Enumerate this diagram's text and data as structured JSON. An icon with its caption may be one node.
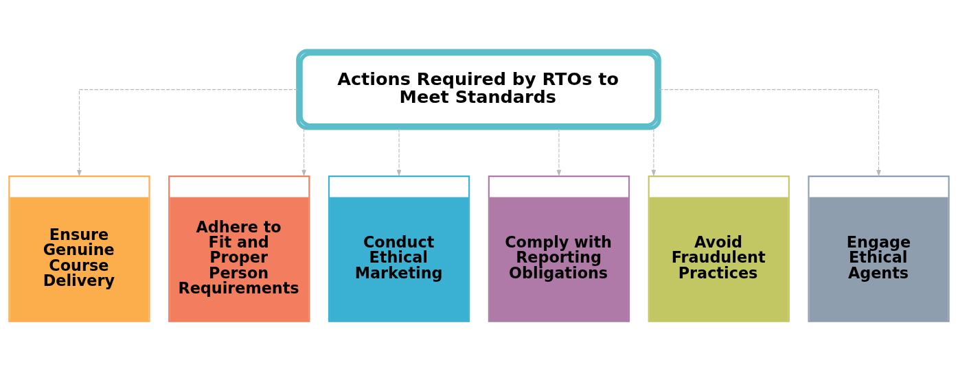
{
  "diagram": {
    "nodes": [
      {
        "text": [
          "Actions Required by RTOs to Meet Standards"
        ]
      },
      {
        "text": [
          "Ensure Genuine Course Delivery"
        ]
      },
      {
        "text": [
          "Adhere to Fit and Proper Person Requirements"
        ]
      },
      {
        "text": [
          "Conduct Ethical Marketing"
        ]
      },
      {
        "text": [
          "Comply with Reporting Obligations"
        ]
      },
      {
        "text": [
          "Avoid Fraudulent Practices"
        ]
      },
      {
        "text": [
          "Engage Ethical Agents"
        ]
      }
    ],
    "edges": [
      {
        "from": 0,
        "to": 1,
        "arrow": "to",
        "style": "dashed"
      },
      {
        "from": 0,
        "to": 2,
        "arrow": "to",
        "style": "dashed"
      },
      {
        "from": 0,
        "to": 3,
        "arrow": "to",
        "style": "dashed"
      },
      {
        "from": 0,
        "to": 4,
        "arrow": "to",
        "style": "dashed"
      },
      {
        "from": 0,
        "to": 5,
        "arrow": "to",
        "style": "dashed"
      },
      {
        "from": 0,
        "to": 6,
        "arrow": "to",
        "style": "dashed"
      }
    ]
  }
}
